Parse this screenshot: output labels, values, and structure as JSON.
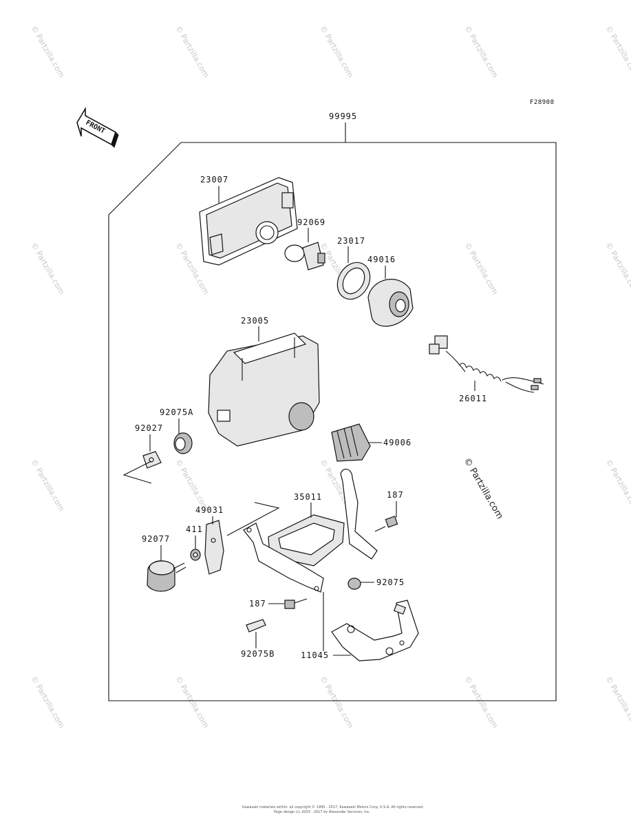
{
  "figure_code": "F28908",
  "front_label": "FRONT",
  "watermark_text": "© Partzilla.com",
  "copyright_footer": {
    "line1": "Kawasaki materials within: all copyright © 1995 - 2017, Kawasaki Motors Corp, U.S.A. All rights reserved.",
    "line2": "Page design (c) 2003 - 2017 by Alexander Services, Inc."
  },
  "part_labels": {
    "assembly": "99995",
    "p23007": "23007",
    "p92069": "92069",
    "p23017": "23017",
    "p49016": "49016",
    "p23005": "23005",
    "p26011": "26011",
    "p92075A": "92075A",
    "p92027": "92027",
    "p49006": "49006",
    "p35011": "35011",
    "p187a": "187",
    "p49031": "49031",
    "p411": "411",
    "p92077": "92077",
    "p92075": "92075",
    "p187b": "187",
    "p92075B": "92075B",
    "p11045": "11045"
  },
  "colors": {
    "line": "#111111",
    "watermark": "#c8c8c8",
    "part_fill": "#e7e7e7"
  }
}
